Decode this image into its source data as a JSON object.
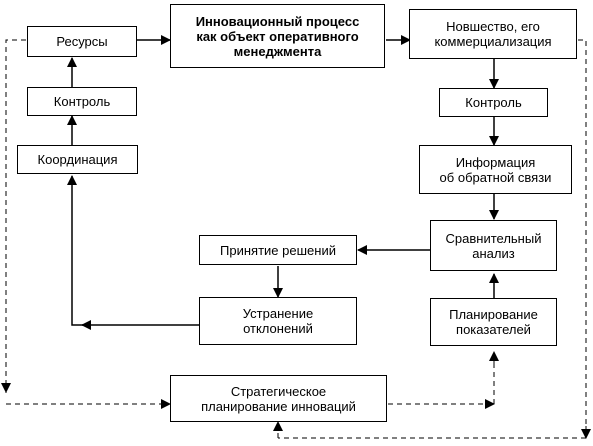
{
  "diagram": {
    "nodes": {
      "resources": "Ресурсы",
      "control_left": "Контроль",
      "coordination": "Координация",
      "center": "Инновационный процесс\nкак объект оперативного\nменеджмента",
      "novelty": "Новшество, его\nкоммерциализация",
      "control_right": "Контроль",
      "feedback": "Информация\nоб обратной связи",
      "comparative": "Сравнительный\nанализ",
      "decisions": "Принятие решений",
      "elimination": "Устранение\nотклонений",
      "planning": "Планирование\nпоказателей",
      "strategic": "Стратегическое\nпланирование инноваций"
    }
  }
}
